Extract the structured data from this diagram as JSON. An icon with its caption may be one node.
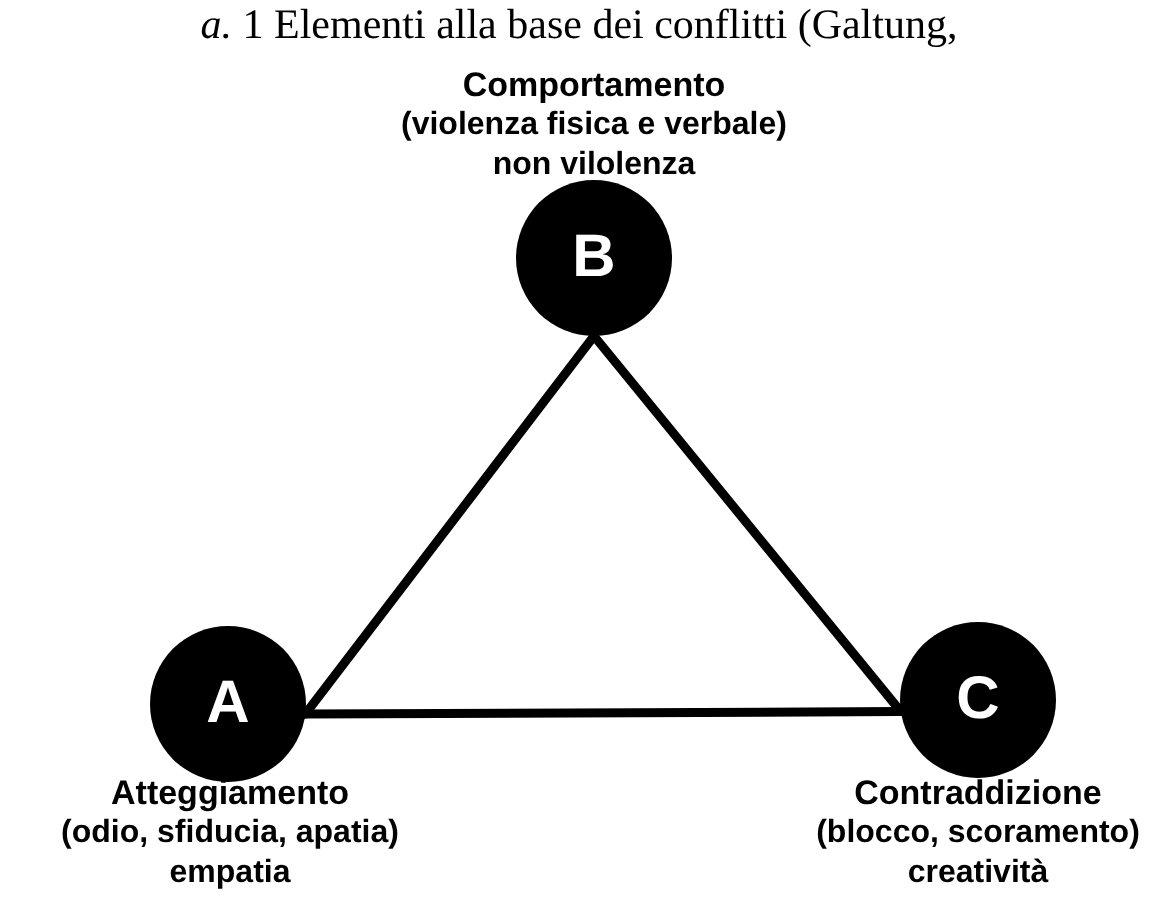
{
  "diagram": {
    "title": "*a.* 1 Elementi alla base dei conflitti (Galtung,",
    "nodes": [
      {
        "text": [
          "B"
        ],
        "beside": [
          "Comportamento",
          "(violenza fisica e verbale)",
          "non vilolenza"
        ]
      },
      {
        "text": [
          "A"
        ],
        "beside": [
          "Atteggiamento",
          "(odio, sfiducia, apatia)",
          "empatia"
        ]
      },
      {
        "text": [
          "C"
        ],
        "beside": [
          "Contraddizione",
          "(blocco, scoramento)",
          "creatività"
        ]
      }
    ],
    "edges": [
      {
        "from": 0,
        "to": 1,
        "arrow": "none"
      },
      {
        "from": 1,
        "to": 2,
        "arrow": "none"
      },
      {
        "from": 2,
        "to": 0,
        "arrow": "none"
      }
    ]
  }
}
